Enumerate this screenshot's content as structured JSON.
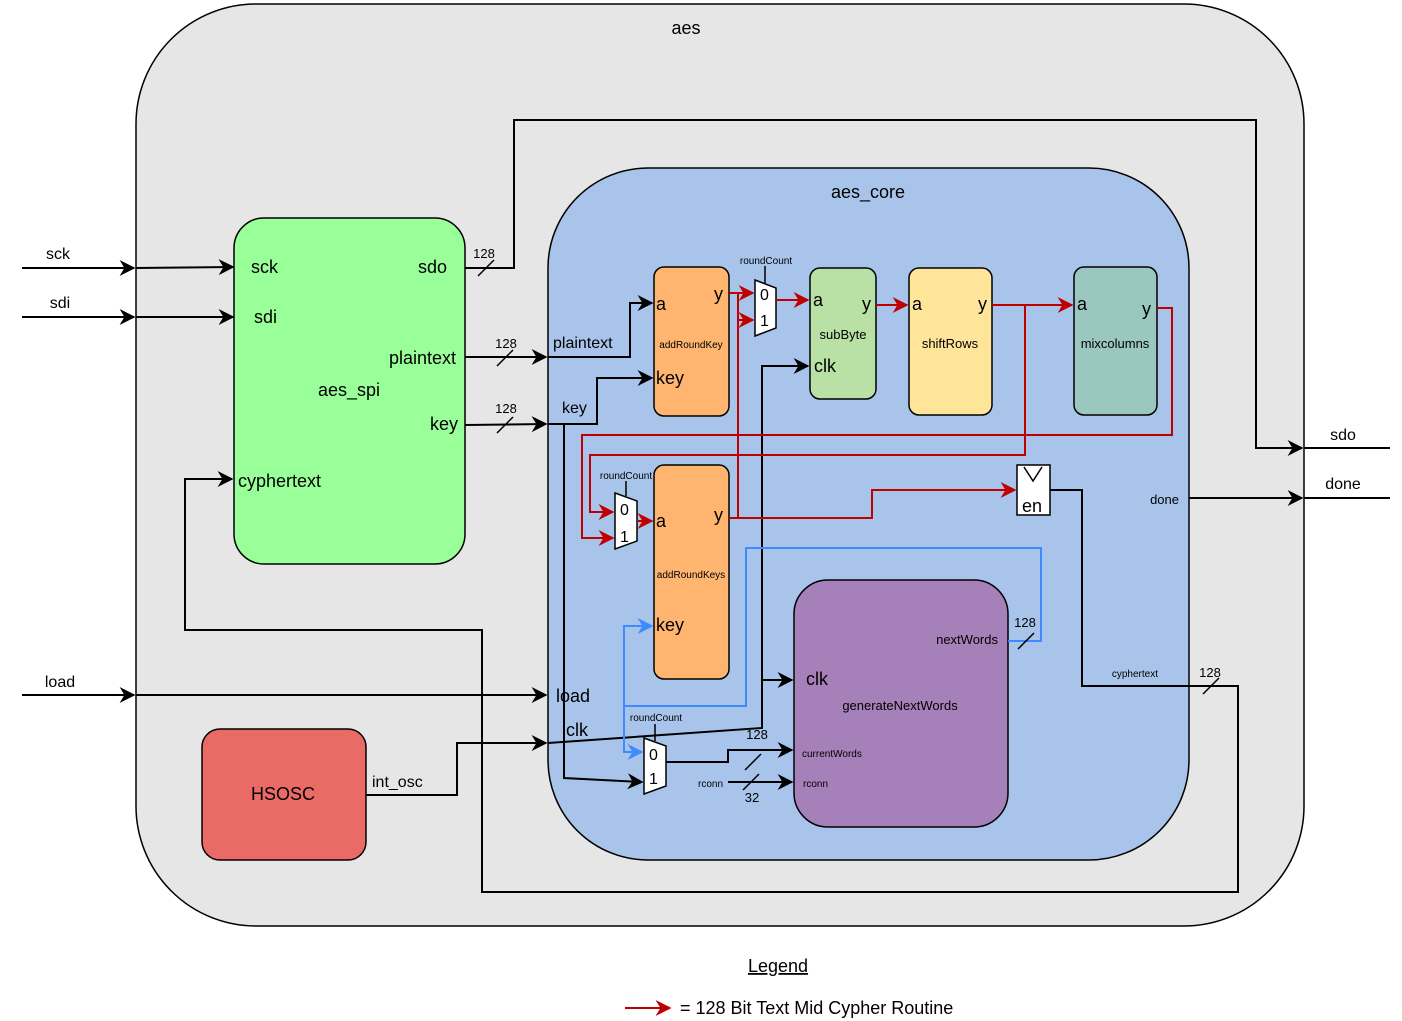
{
  "top_module": "aes",
  "inputs": {
    "sck": "sck",
    "sdi": "sdi",
    "load": "load"
  },
  "outputs": {
    "sdo": "sdo",
    "done": "done"
  },
  "aes_spi": {
    "name": "aes_spi",
    "ports": {
      "sck": "sck",
      "sdi": "sdi",
      "sdo": "sdo",
      "plaintext": "plaintext",
      "key": "key",
      "cyphertext": "cyphertext"
    }
  },
  "hsosc": {
    "name": "HSOSC",
    "port": "int_osc"
  },
  "aes_core": {
    "name": "aes_core",
    "ports": {
      "plaintext": "plaintext",
      "key": "key",
      "load": "load",
      "clk": "clk",
      "done": "done",
      "cyphertext": "cyphertext"
    }
  },
  "addRoundKey": {
    "name": "addRoundKey",
    "a": "a",
    "y": "y",
    "key": "key"
  },
  "addRoundKeys": {
    "name": "addRoundKeys",
    "a": "a",
    "y": "y",
    "key": "key"
  },
  "subByte": {
    "name": "subByte",
    "a": "a",
    "y": "y",
    "clk": "clk"
  },
  "shiftRows": {
    "name": "shiftRows",
    "a": "a",
    "y": "y"
  },
  "mixcolumns": {
    "name": "mixcolumns",
    "a": "a",
    "y": "y"
  },
  "generateNextWords": {
    "name": "generateNextWords",
    "clk": "clk",
    "nextWords": "nextWords",
    "currentWords": "currentWords",
    "rconn": "rconn"
  },
  "mux": {
    "select": "roundCount",
    "in0": "0",
    "in1": "1"
  },
  "flop": {
    "en": "en"
  },
  "bus_widths": {
    "w128": "128",
    "w32": "32"
  },
  "legend": {
    "title": "Legend",
    "red_arrow_text": "= 128 Bit Text Mid Cypher Routine"
  },
  "colors": {
    "aes_bg": "#e6e6e6",
    "core_bg": "#a9c4eb",
    "spi": "#99ff99",
    "hsosc": "#ea6b66",
    "orange": "#ffb570",
    "subbyte": "#b9e0a5",
    "shiftrows": "#ffe599",
    "mixcolumns": "#9ac7bf",
    "generate": "#a680b8",
    "red_wire": "#c00000",
    "blue_wire": "#3d8bff"
  }
}
